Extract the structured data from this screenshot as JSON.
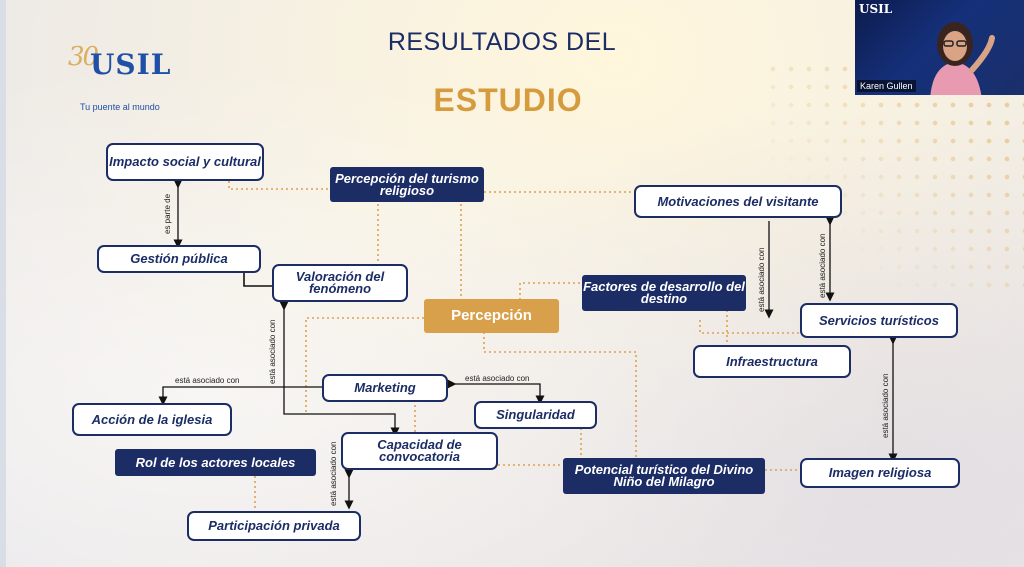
{
  "title": {
    "line1": "RESULTADOS DEL",
    "line2": "ESTUDIO"
  },
  "logo": {
    "number": "30",
    "brand": "USIL",
    "tagline": "Tu puente al mundo"
  },
  "video": {
    "participant_name": "Karen Gullen",
    "logo_text": "USIL"
  },
  "nodes": {
    "impacto": "Impacto social y cultural",
    "percepcion_turismo": "Percepción del turismo religioso",
    "motivaciones": "Motivaciones del visitante",
    "gestion": "Gestión pública",
    "valoracion": "Valoración del fenómeno",
    "factores": "Factores de desarrollo del destino",
    "percepcion": "Percepción",
    "servicios": "Servicios turísticos",
    "infraestructura": "Infraestructura",
    "marketing": "Marketing",
    "accion": "Acción de la iglesia",
    "singularidad": "Singularidad",
    "capacidad": "Capacidad de convocatoria",
    "rol": "Rol de los actores locales",
    "potencial": "Potencial turístico del Divino Niño del Milagro",
    "imagen": "Imagen religiosa",
    "participacion": "Participación privada"
  },
  "edge_labels": {
    "es_parte_de": "es parte de",
    "asociado": "está asociado con"
  },
  "colors": {
    "navy": "#1c2d66",
    "gold": "#d8a04a",
    "dotted": "#e0a050"
  }
}
